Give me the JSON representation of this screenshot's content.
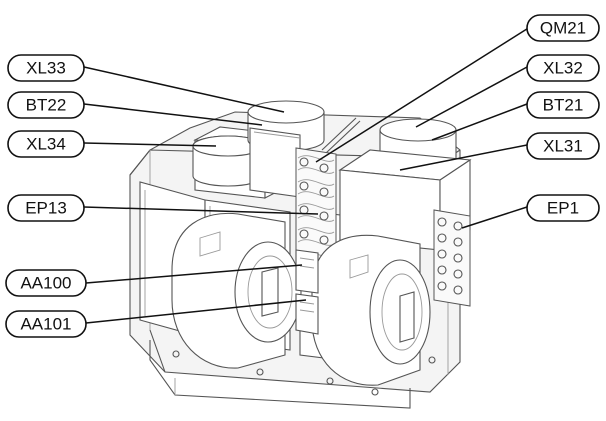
{
  "callouts": {
    "XL33": "XL33",
    "BT22": "BT22",
    "XL34": "XL34",
    "EP13": "EP13",
    "AA100": "AA100",
    "AA101": "AA101",
    "QM21": "QM21",
    "XL32": "XL32",
    "BT21": "BT21",
    "XL31": "XL31",
    "EP1": "EP1"
  },
  "colors": {
    "line": "#111111",
    "drawing": "#555555",
    "background": "#ffffff"
  }
}
